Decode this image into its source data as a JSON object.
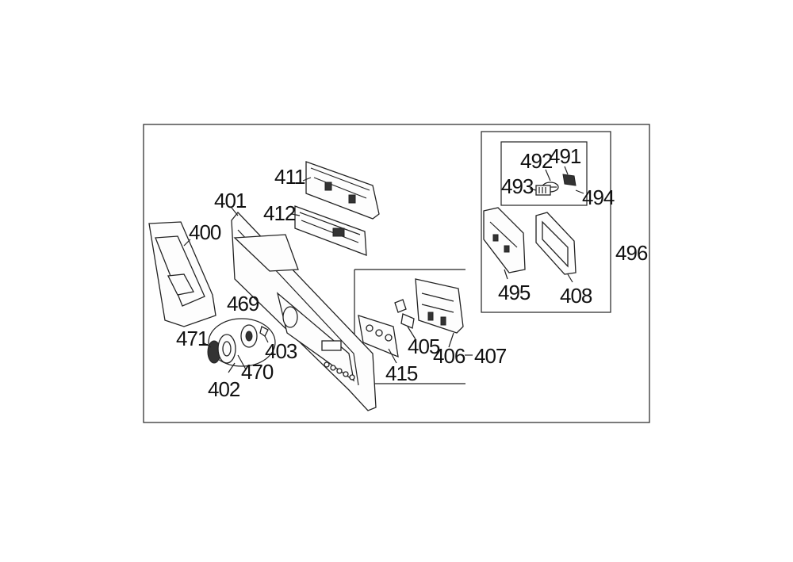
{
  "diagram": {
    "labels": {
      "p400": "400",
      "p401": "401",
      "p402": "402",
      "p403": "403",
      "p405": "405",
      "p406": "406",
      "p407": "407",
      "p408": "408",
      "p411": "411",
      "p412": "412",
      "p415": "415",
      "p469": "469",
      "p470": "470",
      "p471": "471",
      "p491": "491",
      "p492": "492",
      "p493": "493",
      "p494": "494",
      "p495": "495",
      "p496": "496"
    }
  }
}
